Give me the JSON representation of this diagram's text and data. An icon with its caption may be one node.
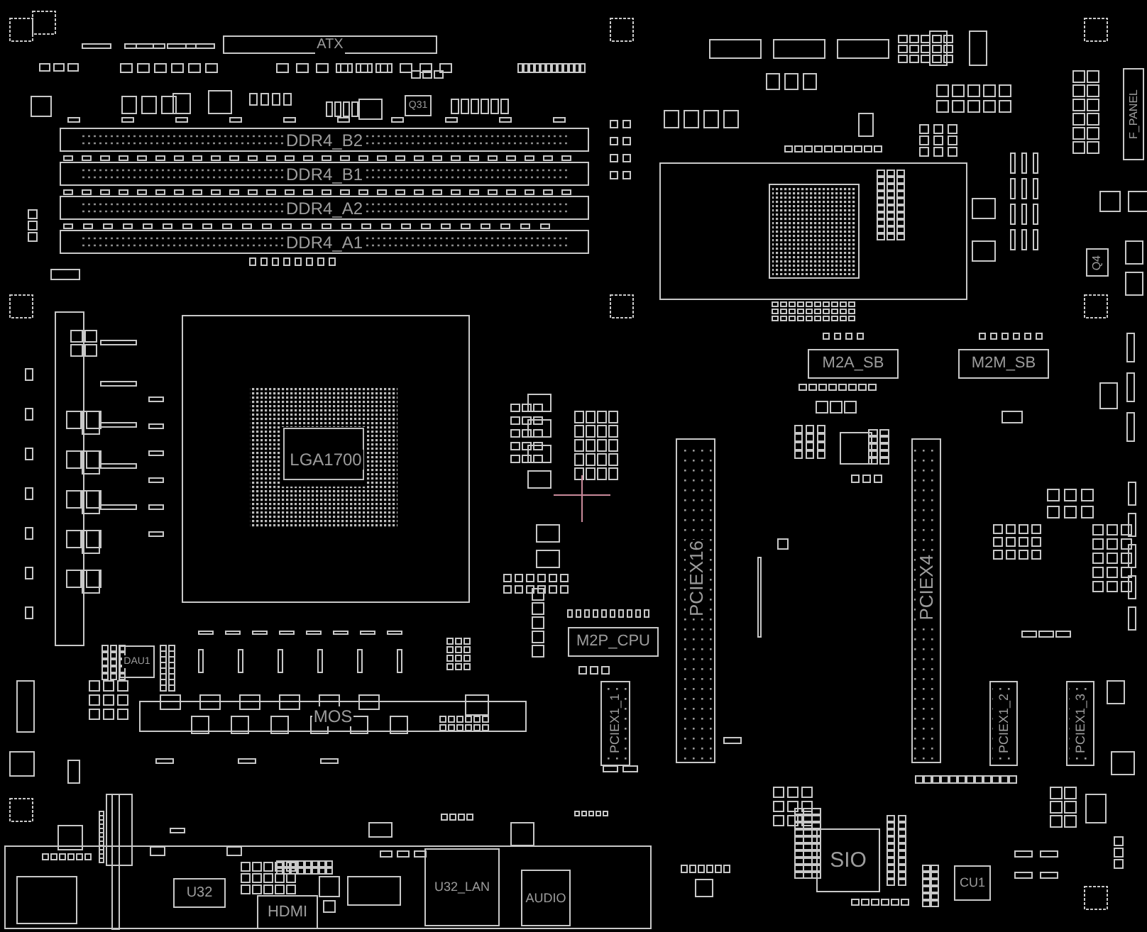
{
  "diagram": {
    "nodes": [
      {
        "text": [
          "ATX"
        ]
      },
      {
        "text": [
          "Q31"
        ]
      },
      {
        "text": [
          "DDR4_B2"
        ]
      },
      {
        "text": [
          "DDR4_B1"
        ]
      },
      {
        "text": [
          "DDR4_A2"
        ]
      },
      {
        "text": [
          "DDR4_A1"
        ]
      },
      {
        "text": [
          "F_PANEL"
        ]
      },
      {
        "text": [
          "Q4"
        ]
      },
      {
        "text": [
          "LGA1700"
        ]
      },
      {
        "text": [
          "M2A_SB"
        ]
      },
      {
        "text": [
          "M2M_SB"
        ]
      },
      {
        "text": [
          "PCIEX16"
        ]
      },
      {
        "text": [
          "PCIEX4"
        ]
      },
      {
        "text": [
          "M2P_CPU"
        ]
      },
      {
        "text": [
          "DAU1"
        ]
      },
      {
        "text": [
          "MOS"
        ]
      },
      {
        "text": [
          "PCIEX1_1"
        ]
      },
      {
        "text": [
          "PCIEX1_2"
        ]
      },
      {
        "text": [
          "PCIEX1_3"
        ]
      },
      {
        "text": [],
        "shape": "box"
      },
      {
        "text": [
          "U32"
        ],
        "in": 19
      },
      {
        "text": [
          "HDMI"
        ],
        "in": 19
      },
      {
        "text": [
          "U32_LAN"
        ],
        "in": 19
      },
      {
        "text": [
          "AUDIO"
        ],
        "in": 19
      },
      {
        "text": [
          "SIO"
        ]
      },
      {
        "text": [
          "CU1"
        ]
      }
    ]
  }
}
